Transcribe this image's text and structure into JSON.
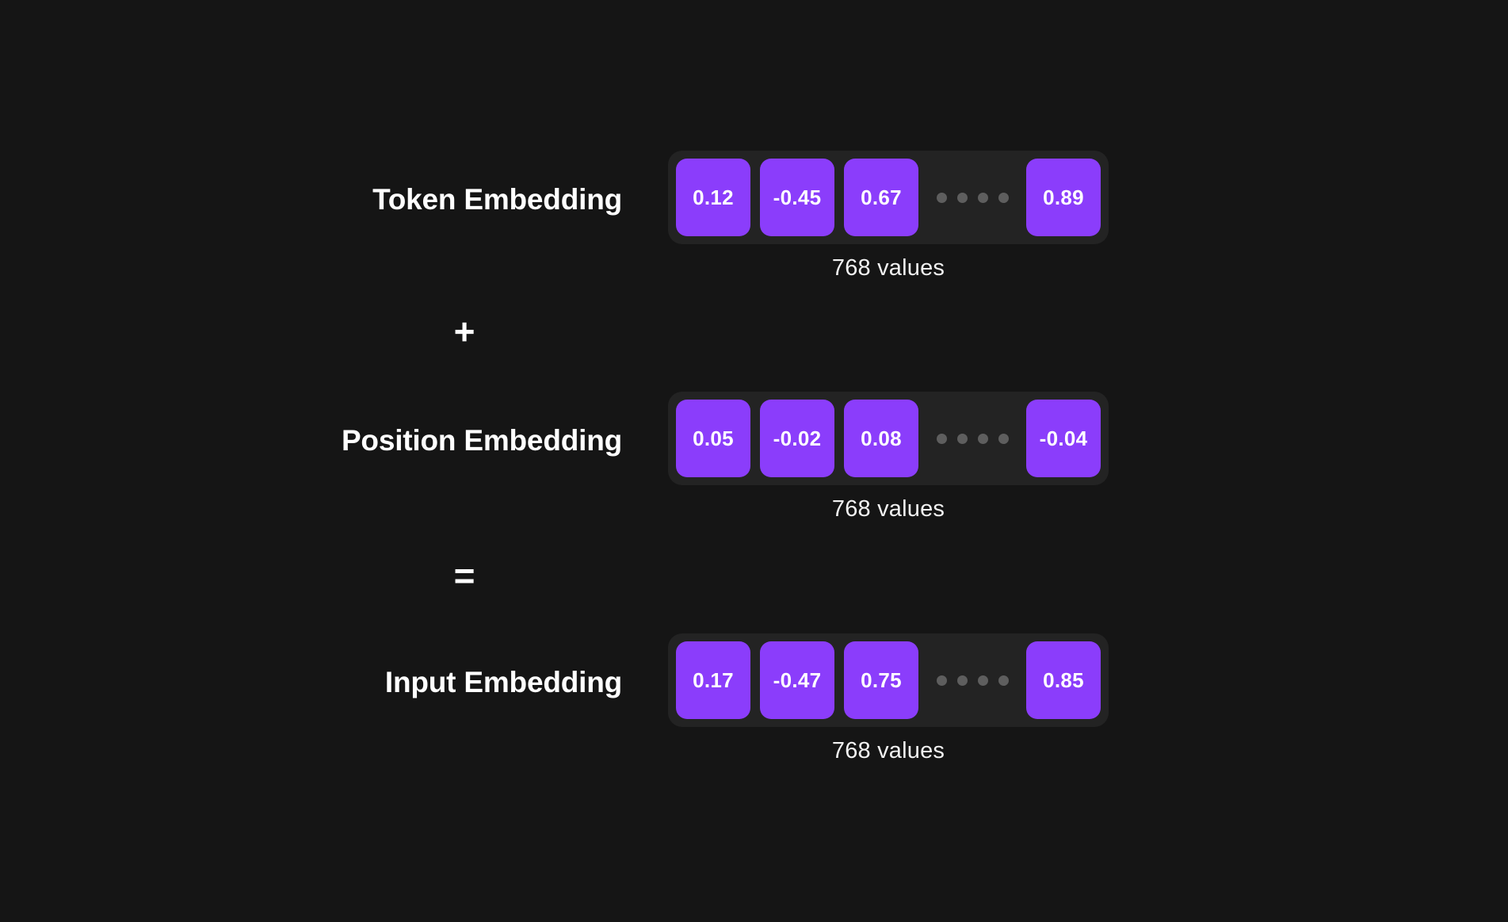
{
  "theme": {
    "background": "#151515",
    "cell_color": "#8b3dfb",
    "container_color": "#232323",
    "text_color": "#ffffff",
    "dot_color": "#5e5e5e"
  },
  "diagram": {
    "title_hidden": "",
    "dots_count": 4,
    "rows": [
      {
        "label": "Token Embedding",
        "values": [
          "0.12",
          "-0.45",
          "0.67"
        ],
        "last_value": "0.89",
        "caption": "768 values"
      },
      {
        "label": "Position Embedding",
        "values": [
          "0.05",
          "-0.02",
          "0.08"
        ],
        "last_value": "-0.04",
        "caption": "768 values"
      },
      {
        "label": "Input Embedding",
        "values": [
          "0.17",
          "-0.47",
          "0.75"
        ],
        "last_value": "0.85",
        "caption": "768 values"
      }
    ],
    "operators": [
      {
        "symbol": "+",
        "name": "plus"
      },
      {
        "symbol": "=",
        "name": "equals"
      }
    ]
  }
}
